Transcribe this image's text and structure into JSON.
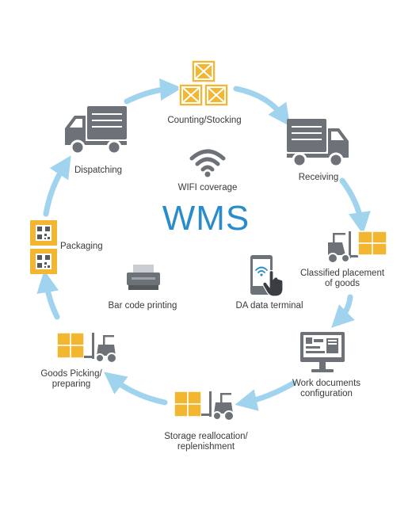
{
  "center": {
    "title": "WMS"
  },
  "colors": {
    "arrow": "#9fd3ee",
    "accent": "#2a8ccb",
    "box": "#f2b630",
    "icon": "#6d7278"
  },
  "steps": [
    {
      "label": "Counting/Stocking",
      "icon": "stacked-boxes-icon"
    },
    {
      "label": "Receiving",
      "icon": "delivery-truck-icon"
    },
    {
      "line1": "Classified placement",
      "line2": "of goods",
      "icon": "forklift-icon"
    },
    {
      "line1": "Work documents",
      "line2": "configuration",
      "icon": "monitor-icon"
    },
    {
      "line1": "Storage reallocation/",
      "line2": "replenishment",
      "icon": "forklift-icon"
    },
    {
      "line1": "Goods Picking/",
      "line2": "preparing",
      "icon": "forklift-icon"
    },
    {
      "label": "Packaging",
      "icon": "qr-package-icon"
    },
    {
      "label": "Dispatching",
      "icon": "delivery-truck-icon"
    }
  ],
  "inner": [
    {
      "label": "WIFI coverage",
      "icon": "wifi-icon"
    },
    {
      "label": "Bar code printing",
      "icon": "printer-icon"
    },
    {
      "label": "DA data terminal",
      "icon": "handheld-terminal-icon"
    }
  ]
}
